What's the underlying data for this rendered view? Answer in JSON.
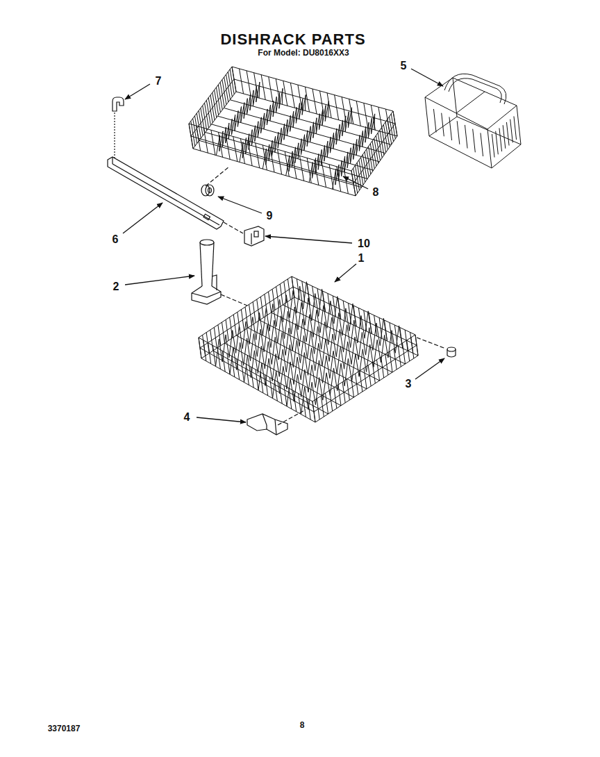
{
  "diagram": {
    "title": "DISHRACK PARTS",
    "labels": [
      "For Model: DU8016XX3",
      "7",
      "5",
      "8",
      "9",
      "6",
      "10",
      "1",
      "2",
      "3",
      "4",
      "3370187",
      "8"
    ]
  }
}
